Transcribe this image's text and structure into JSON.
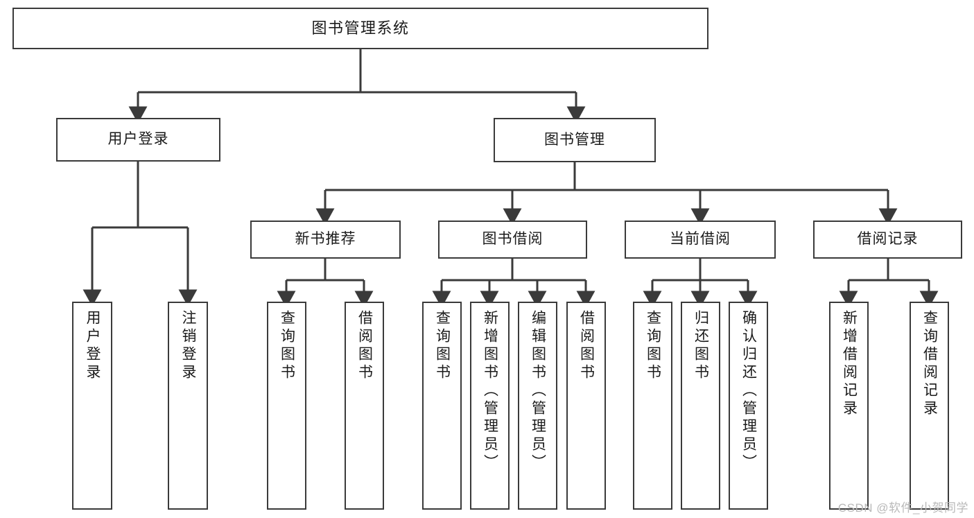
{
  "diagram": {
    "title": "图书管理系统",
    "type": "tree-hierarchy-chart",
    "watermark": "CSDN @软件_小贺同学",
    "colors": {
      "background": "#ffffff",
      "node_border": "#3a3a3a",
      "node_fill": "#ffffff",
      "edge": "#3a3a3a",
      "text": "#1a1a1a",
      "watermark": "#b9b9b9"
    },
    "root": {
      "label": "图书管理系统"
    },
    "level2": [
      {
        "label": "用户登录"
      },
      {
        "label": "图书管理"
      }
    ],
    "level3": [
      {
        "label": "新书推荐"
      },
      {
        "label": "图书借阅"
      },
      {
        "label": "当前借阅"
      },
      {
        "label": "借阅记录"
      }
    ],
    "leaves": {
      "user_login": [
        {
          "label": "用户登录"
        },
        {
          "label": "注销登录"
        }
      ],
      "new_book_recommend": [
        {
          "label": "查询图书"
        },
        {
          "label": "借阅图书"
        }
      ],
      "book_borrow": [
        {
          "label": "查询图书"
        },
        {
          "label": "新增图书（管理员）"
        },
        {
          "label": "编辑图书（管理员）"
        },
        {
          "label": "借阅图书"
        }
      ],
      "current_borrow": [
        {
          "label": "查询图书"
        },
        {
          "label": "归还图书"
        },
        {
          "label": "确认归还（管理员）"
        }
      ],
      "borrow_record": [
        {
          "label": "新增借阅记录"
        },
        {
          "label": "查询借阅记录"
        }
      ]
    }
  }
}
